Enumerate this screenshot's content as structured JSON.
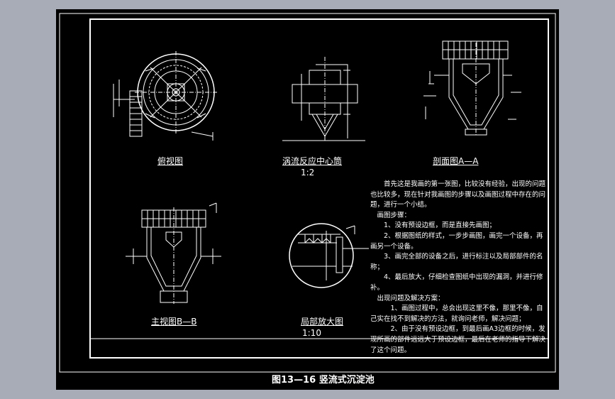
{
  "drawing": {
    "views": {
      "top_view": "俯视图",
      "center_tube": "涡流反应中心筒",
      "center_tube_scale": "1:2",
      "section_aa": "剖面图A—A",
      "main_view_bb": "主视图B—B",
      "detail_view": "局部放大图",
      "detail_scale": "1:10"
    },
    "notes": [
      "首先这是我画的第一张图，比较没有经验，出现的问题也比较多，现在针对我画图的步骤以及画图过程中存在的问题，进行一个小结。",
      "画图步骤：",
      "1、没有预设边框，而是直接先画图；",
      "2、根据图纸的样式，一步步画图，画完一个设备，再画另一个设备。",
      "3、画完全部的设备之后，进行标注以及局部部件的名称；",
      "4、最后放大，仔细检查图纸中出现的漏洞，并进行修补。",
      "出现问题及解决方案：",
      "1、画图过程中，总会出现这里不像，那里不像，自己实在找不到解决的方法，就询问老师，解决问题；",
      "2、由于没有预设边框，到最后画A3边框的时候，发现所画的部件远远大于预设边框，最后在老师的指导下解决了这个问题。"
    ],
    "caption": "图13—16 竖流式沉淀池"
  },
  "colors": {
    "background": "#a7acb6",
    "sheet": "#000000",
    "lines": "#ffffff"
  }
}
